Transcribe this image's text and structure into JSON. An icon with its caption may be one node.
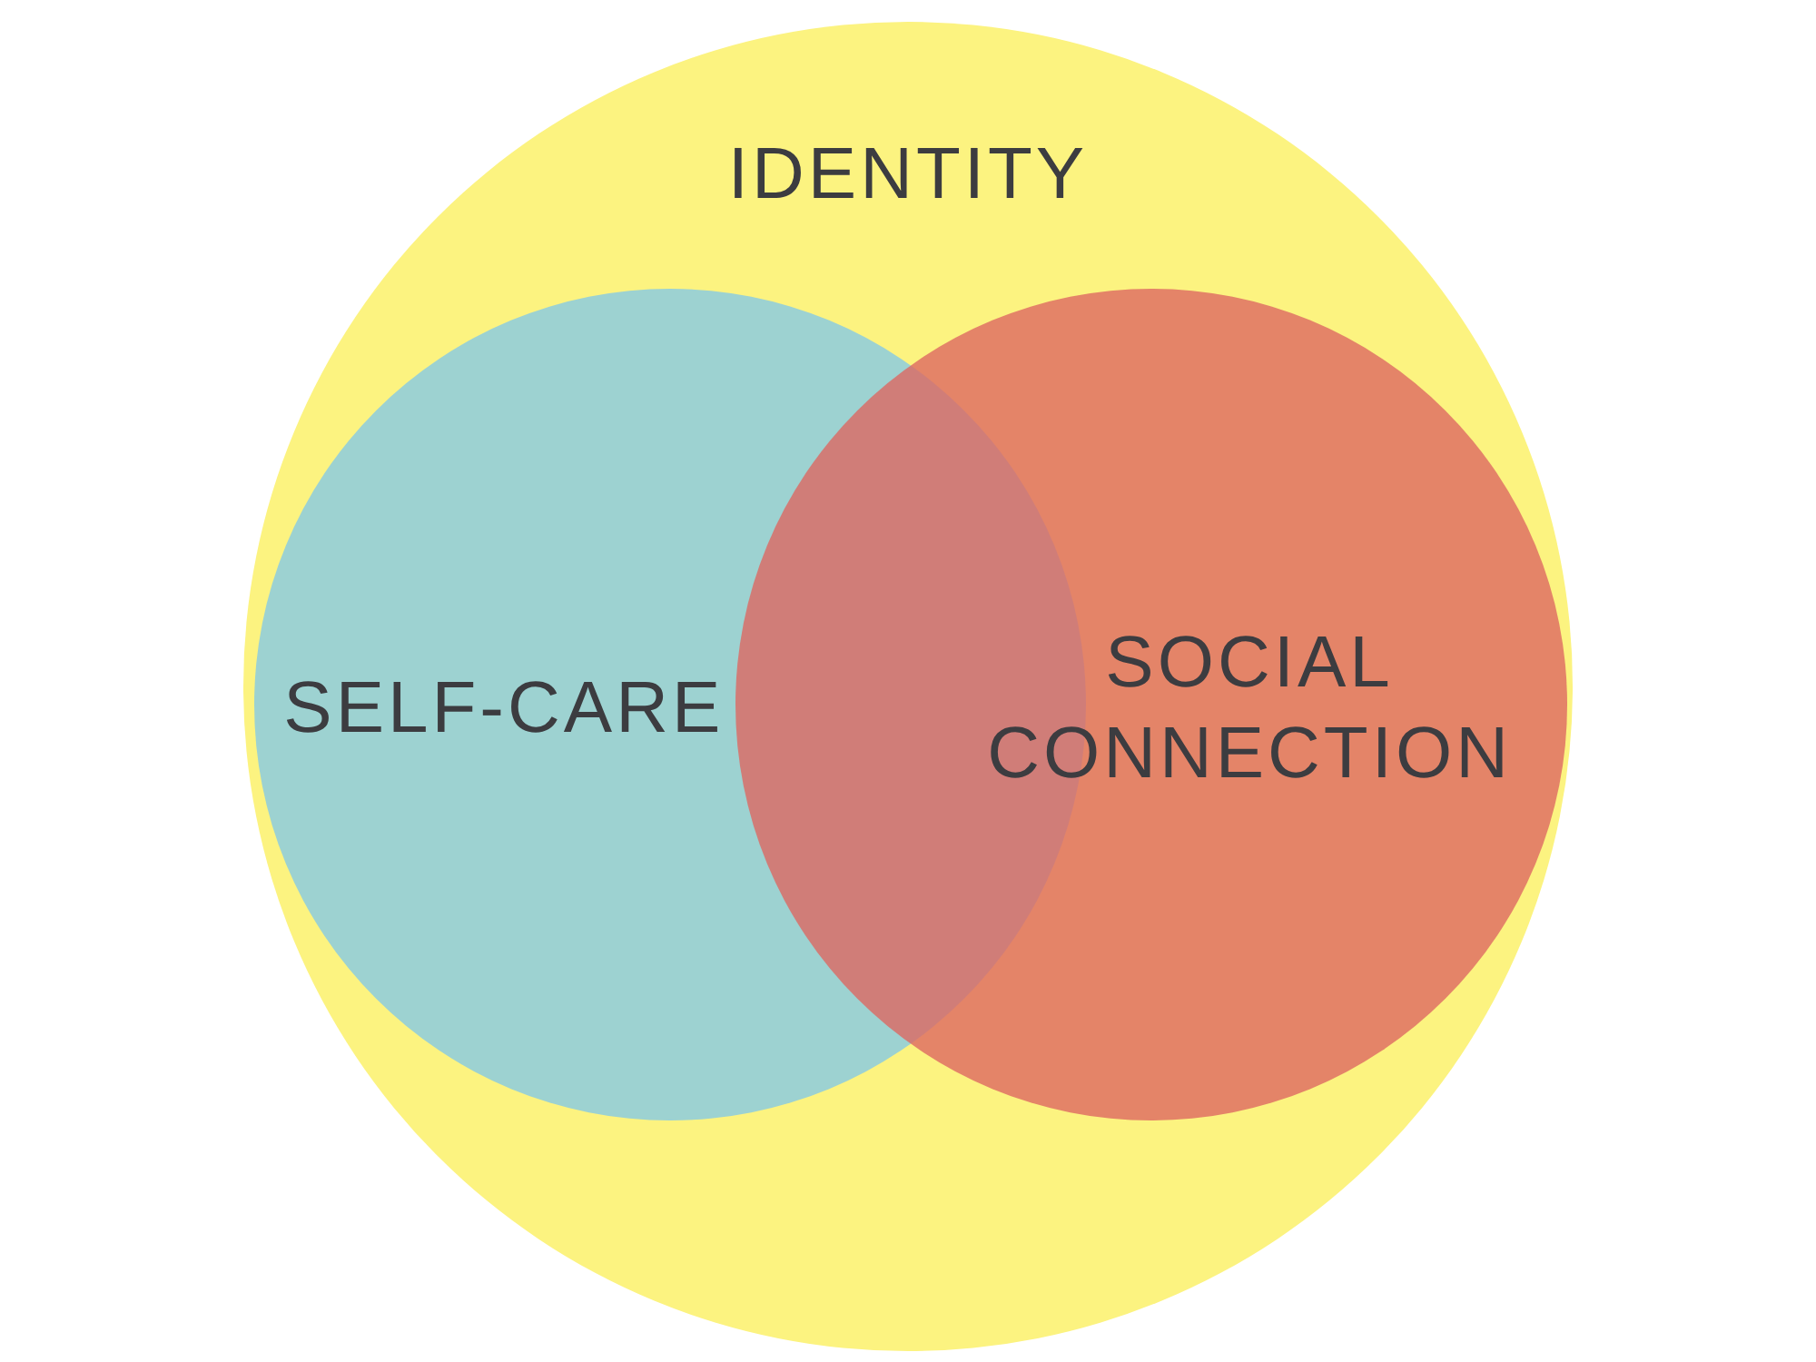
{
  "diagram": {
    "nodes": [
      {
        "text": [
          "IDENTITY"
        ]
      },
      {
        "text": [
          "SELF-CARE"
        ],
        "in": 0
      },
      {
        "text": [
          "SOCIAL CONNECTION"
        ],
        "in": 0
      }
    ]
  }
}
